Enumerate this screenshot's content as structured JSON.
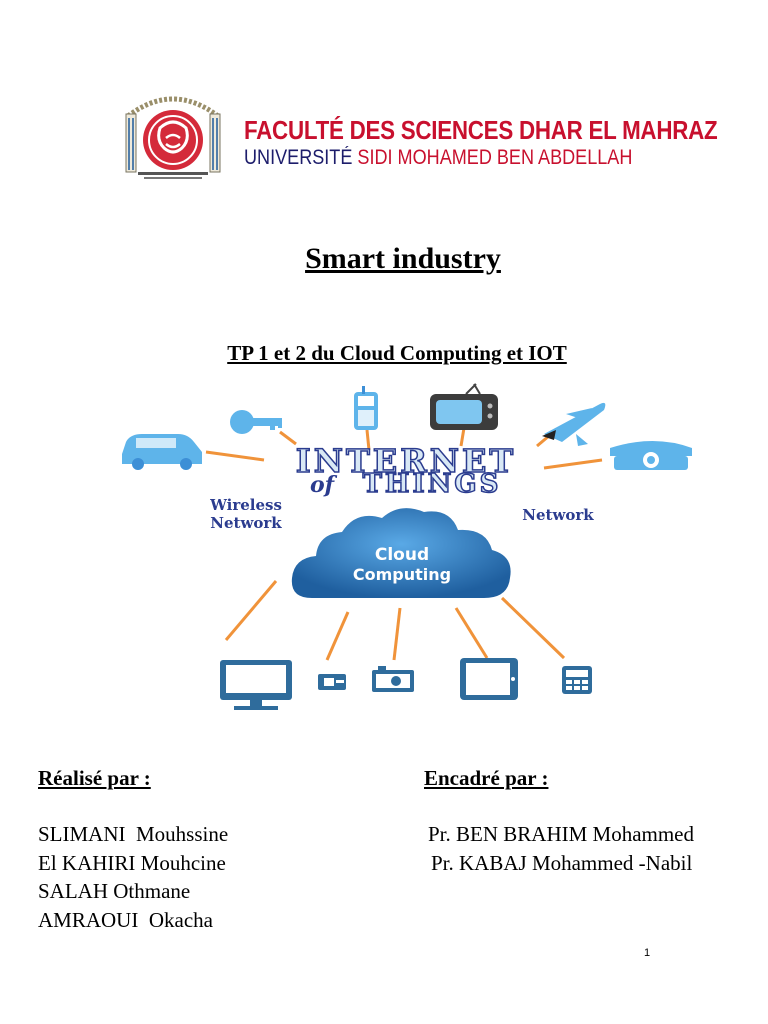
{
  "header": {
    "faculty_name": "FACULTÉ DES SCIENCES DHAR EL MAHRAZ",
    "university_prefix": "UNIVERSITÉ",
    "university_name": "SIDI MOHAMED BEN ABDELLAH",
    "colors": {
      "faculty": "#c8102e",
      "university": "#1d1d6b"
    }
  },
  "document": {
    "title": "Smart industry",
    "subtitle": "TP 1 et 2 du Cloud Computing et IOT"
  },
  "diagram": {
    "banner_line1": "INTERNET",
    "banner_line2_of": "of",
    "banner_line2": "THINGS",
    "left_label_1": "Wireless",
    "left_label_2": "Network",
    "right_label": "Network",
    "cloud_line1": "Cloud",
    "cloud_line2": "Computing",
    "top_icons": [
      "car-icon",
      "key-icon",
      "mobile-phone-icon",
      "television-icon",
      "airplane-icon",
      "telephone-icon"
    ],
    "bottom_icons": [
      "monitor-icon",
      "camera-icon",
      "photo-camera-icon",
      "tablet-icon",
      "calculator-icon"
    ],
    "colors": {
      "icon": "#3d8fd6",
      "dark_icon": "#2f6c9c",
      "line": "#f0933a",
      "cloud": "#2a74b7",
      "text": "#2b3c8f"
    }
  },
  "credits": {
    "made_by_label": "Réalisé par :",
    "supervised_by_label": "Encadré par :",
    "students": [
      "SLIMANI  Mouhssine",
      "El KAHIRI Mouhcine",
      "SALAH Othmane",
      "AMRAOUI  Okacha"
    ],
    "supervisors": [
      "Pr. BEN BRAHIM Mohammed",
      "Pr. KABAJ Mohammed -Nabil"
    ]
  },
  "footer": {
    "page_number": "1"
  }
}
